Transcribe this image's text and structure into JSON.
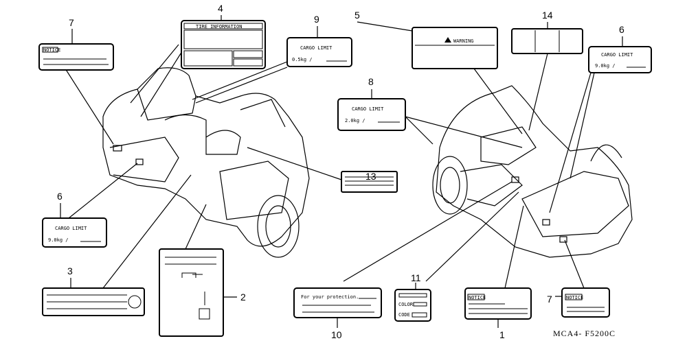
{
  "callouts": {
    "n1": "1",
    "n2": "2",
    "n3": "3",
    "n4": "4",
    "n5": "5",
    "n6a": "6",
    "n6b": "6",
    "n7a": "7",
    "n7b": "7",
    "n8": "8",
    "n9": "9",
    "n10": "10",
    "n11": "11",
    "n13": "13",
    "n14": "14"
  },
  "labels": {
    "notice": "NOTICE",
    "tire_info": "TIRE INFORMATION",
    "cargo_limit": "CARGO LIMIT",
    "cargo_9_weight": "0.5kg  /",
    "cargo_8_weight": "2.0kg  /",
    "cargo_6_weight": "9.0kg  /",
    "warning": "WARNING",
    "protection": "For your protection.",
    "color": "COLOR",
    "code": "CODE"
  },
  "diagram_code": "MCA4- F5200C"
}
